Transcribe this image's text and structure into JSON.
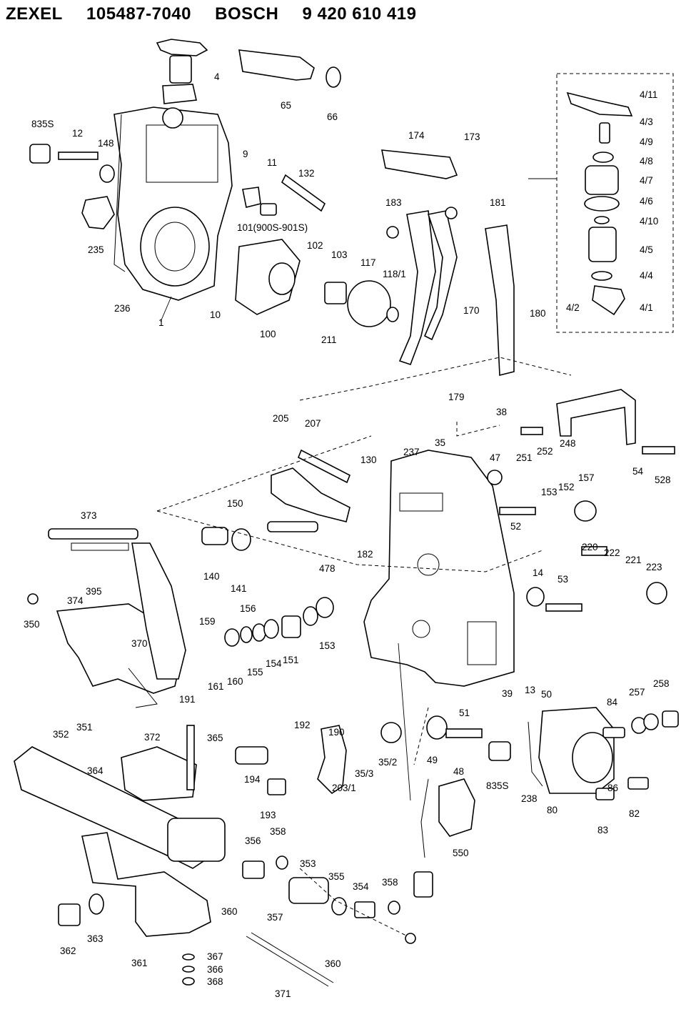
{
  "header": {
    "brand": "ZEXEL",
    "zexel_number": "105487-7040",
    "maker": "BOSCH",
    "bosch_number": "9 420 610 419"
  },
  "labels": [
    "4",
    "65",
    "66",
    "835S",
    "12",
    "148",
    "9",
    "11",
    "132",
    "174",
    "173",
    "183",
    "181",
    "4/11",
    "4/3",
    "4/9",
    "4/8",
    "4/7",
    "4/6",
    "4/10",
    "4/5",
    "4/4",
    "4/2",
    "4/1",
    "235",
    "101(900S-901S)",
    "102",
    "103",
    "117",
    "118/1",
    "170",
    "180",
    "236",
    "1",
    "10",
    "100",
    "211",
    "205",
    "207",
    "179",
    "38",
    "130",
    "150",
    "237",
    "35",
    "47",
    "251",
    "252",
    "248",
    "54",
    "528",
    "478",
    "182",
    "153",
    "152",
    "157",
    "52",
    "373",
    "140",
    "141",
    "220",
    "222",
    "221",
    "223",
    "395",
    "374",
    "14",
    "53",
    "350",
    "159",
    "156",
    "370",
    "161",
    "160",
    "155",
    "154",
    "151",
    "153b",
    "191",
    "39",
    "13",
    "50",
    "51",
    "352",
    "351",
    "372",
    "365",
    "192",
    "190",
    "35/3",
    "35/2",
    "49",
    "48",
    "835S b",
    "84",
    "257",
    "258",
    "364",
    "194",
    "203/1",
    "193",
    "238",
    "80",
    "86",
    "82",
    "83",
    "356",
    "358",
    "550",
    "353",
    "355",
    "354",
    "358b",
    "360",
    "357",
    "362",
    "363",
    "361",
    "367",
    "366",
    "368",
    "371",
    "360b"
  ]
}
